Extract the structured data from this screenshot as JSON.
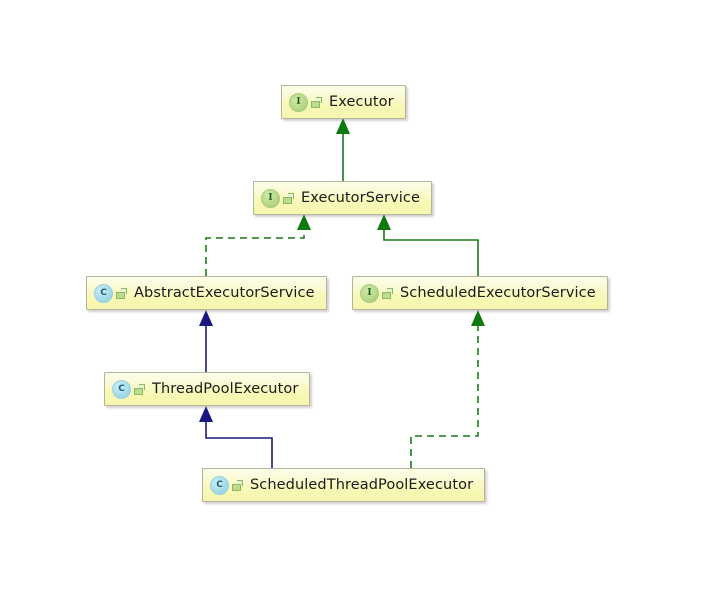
{
  "diagram": {
    "kind": "uml-class-hierarchy",
    "background_color": "#ffffff",
    "nodes": [
      {
        "id": "executor",
        "label": "Executor",
        "stereotype": "I",
        "stereotype_kind": "interface",
        "stereotype_icon": "interface-circle-icon",
        "visibility_icon": "public-lock-icon",
        "fill_color": "#f8f8b8",
        "border_color": "#b4b49a"
      },
      {
        "id": "executor-service",
        "label": "ExecutorService",
        "stereotype": "I",
        "stereotype_kind": "interface",
        "stereotype_icon": "interface-circle-icon",
        "visibility_icon": "public-lock-icon",
        "fill_color": "#f8f8b8",
        "border_color": "#b4b49a"
      },
      {
        "id": "abstract-executor-service",
        "label": "AbstractExecutorService",
        "stereotype": "C",
        "stereotype_kind": "class",
        "stereotype_icon": "class-circle-icon",
        "visibility_icon": "public-lock-icon",
        "fill_color": "#f8f8b8",
        "border_color": "#b4b49a"
      },
      {
        "id": "scheduled-executor-service",
        "label": "ScheduledExecutorService",
        "stereotype": "I",
        "stereotype_kind": "interface",
        "stereotype_icon": "interface-circle-icon",
        "visibility_icon": "public-lock-icon",
        "fill_color": "#f8f8b8",
        "border_color": "#b4b49a"
      },
      {
        "id": "thread-pool-executor",
        "label": "ThreadPoolExecutor",
        "stereotype": "C",
        "stereotype_kind": "class",
        "stereotype_icon": "class-circle-icon",
        "visibility_icon": "public-lock-icon",
        "fill_color": "#f8f8b8",
        "border_color": "#b4b49a"
      },
      {
        "id": "scheduled-thread-pool-executor",
        "label": "ScheduledThreadPoolExecutor",
        "stereotype": "C",
        "stereotype_kind": "class",
        "stereotype_icon": "class-circle-icon",
        "visibility_icon": "public-lock-icon",
        "fill_color": "#f8f8b8",
        "border_color": "#b4b49a"
      }
    ],
    "edges": [
      {
        "id": "edge-executor-service-to-executor",
        "from": "executor-service",
        "to": "executor",
        "style": "solid",
        "relation": "extends",
        "color": "#1a7a1a"
      },
      {
        "id": "edge-abstract-executor-service-to-executor-service",
        "from": "abstract-executor-service",
        "to": "executor-service",
        "style": "dashed",
        "relation": "implements",
        "color": "#1a7a1a"
      },
      {
        "id": "edge-scheduled-executor-service-to-executor-service",
        "from": "scheduled-executor-service",
        "to": "executor-service",
        "style": "solid",
        "relation": "extends",
        "color": "#1a7a1a"
      },
      {
        "id": "edge-thread-pool-executor-to-abstract-executor-service",
        "from": "thread-pool-executor",
        "to": "abstract-executor-service",
        "style": "solid",
        "relation": "extends",
        "color": "#1a1a7a"
      },
      {
        "id": "edge-scheduled-thread-pool-executor-to-thread-pool-executor",
        "from": "scheduled-thread-pool-executor",
        "to": "thread-pool-executor",
        "style": "solid",
        "relation": "extends",
        "color": "#1a1a7a"
      },
      {
        "id": "edge-scheduled-thread-pool-executor-to-scheduled-executor-service",
        "from": "scheduled-thread-pool-executor",
        "to": "scheduled-executor-service",
        "style": "dashed",
        "relation": "implements",
        "color": "#1a7a1a"
      }
    ]
  }
}
